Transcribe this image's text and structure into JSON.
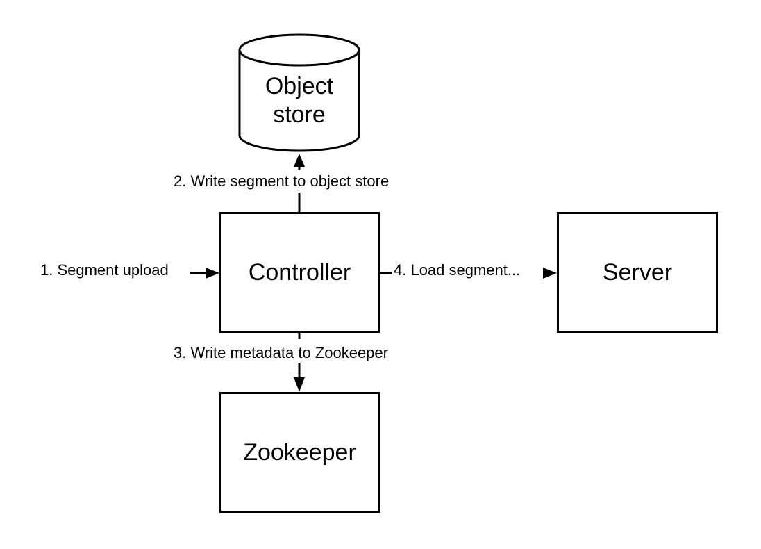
{
  "nodes": {
    "object_store": "Object\nstore",
    "controller": "Controller",
    "server": "Server",
    "zookeeper": "Zookeeper"
  },
  "edges": {
    "segment_upload": "1. Segment upload",
    "write_object_store": "2. Write segment to object store",
    "write_zookeeper": "3. Write metadata to Zookeeper",
    "load_segment": "4. Load segment..."
  },
  "colors": {
    "stroke": "#000000",
    "fill": "#ffffff"
  }
}
